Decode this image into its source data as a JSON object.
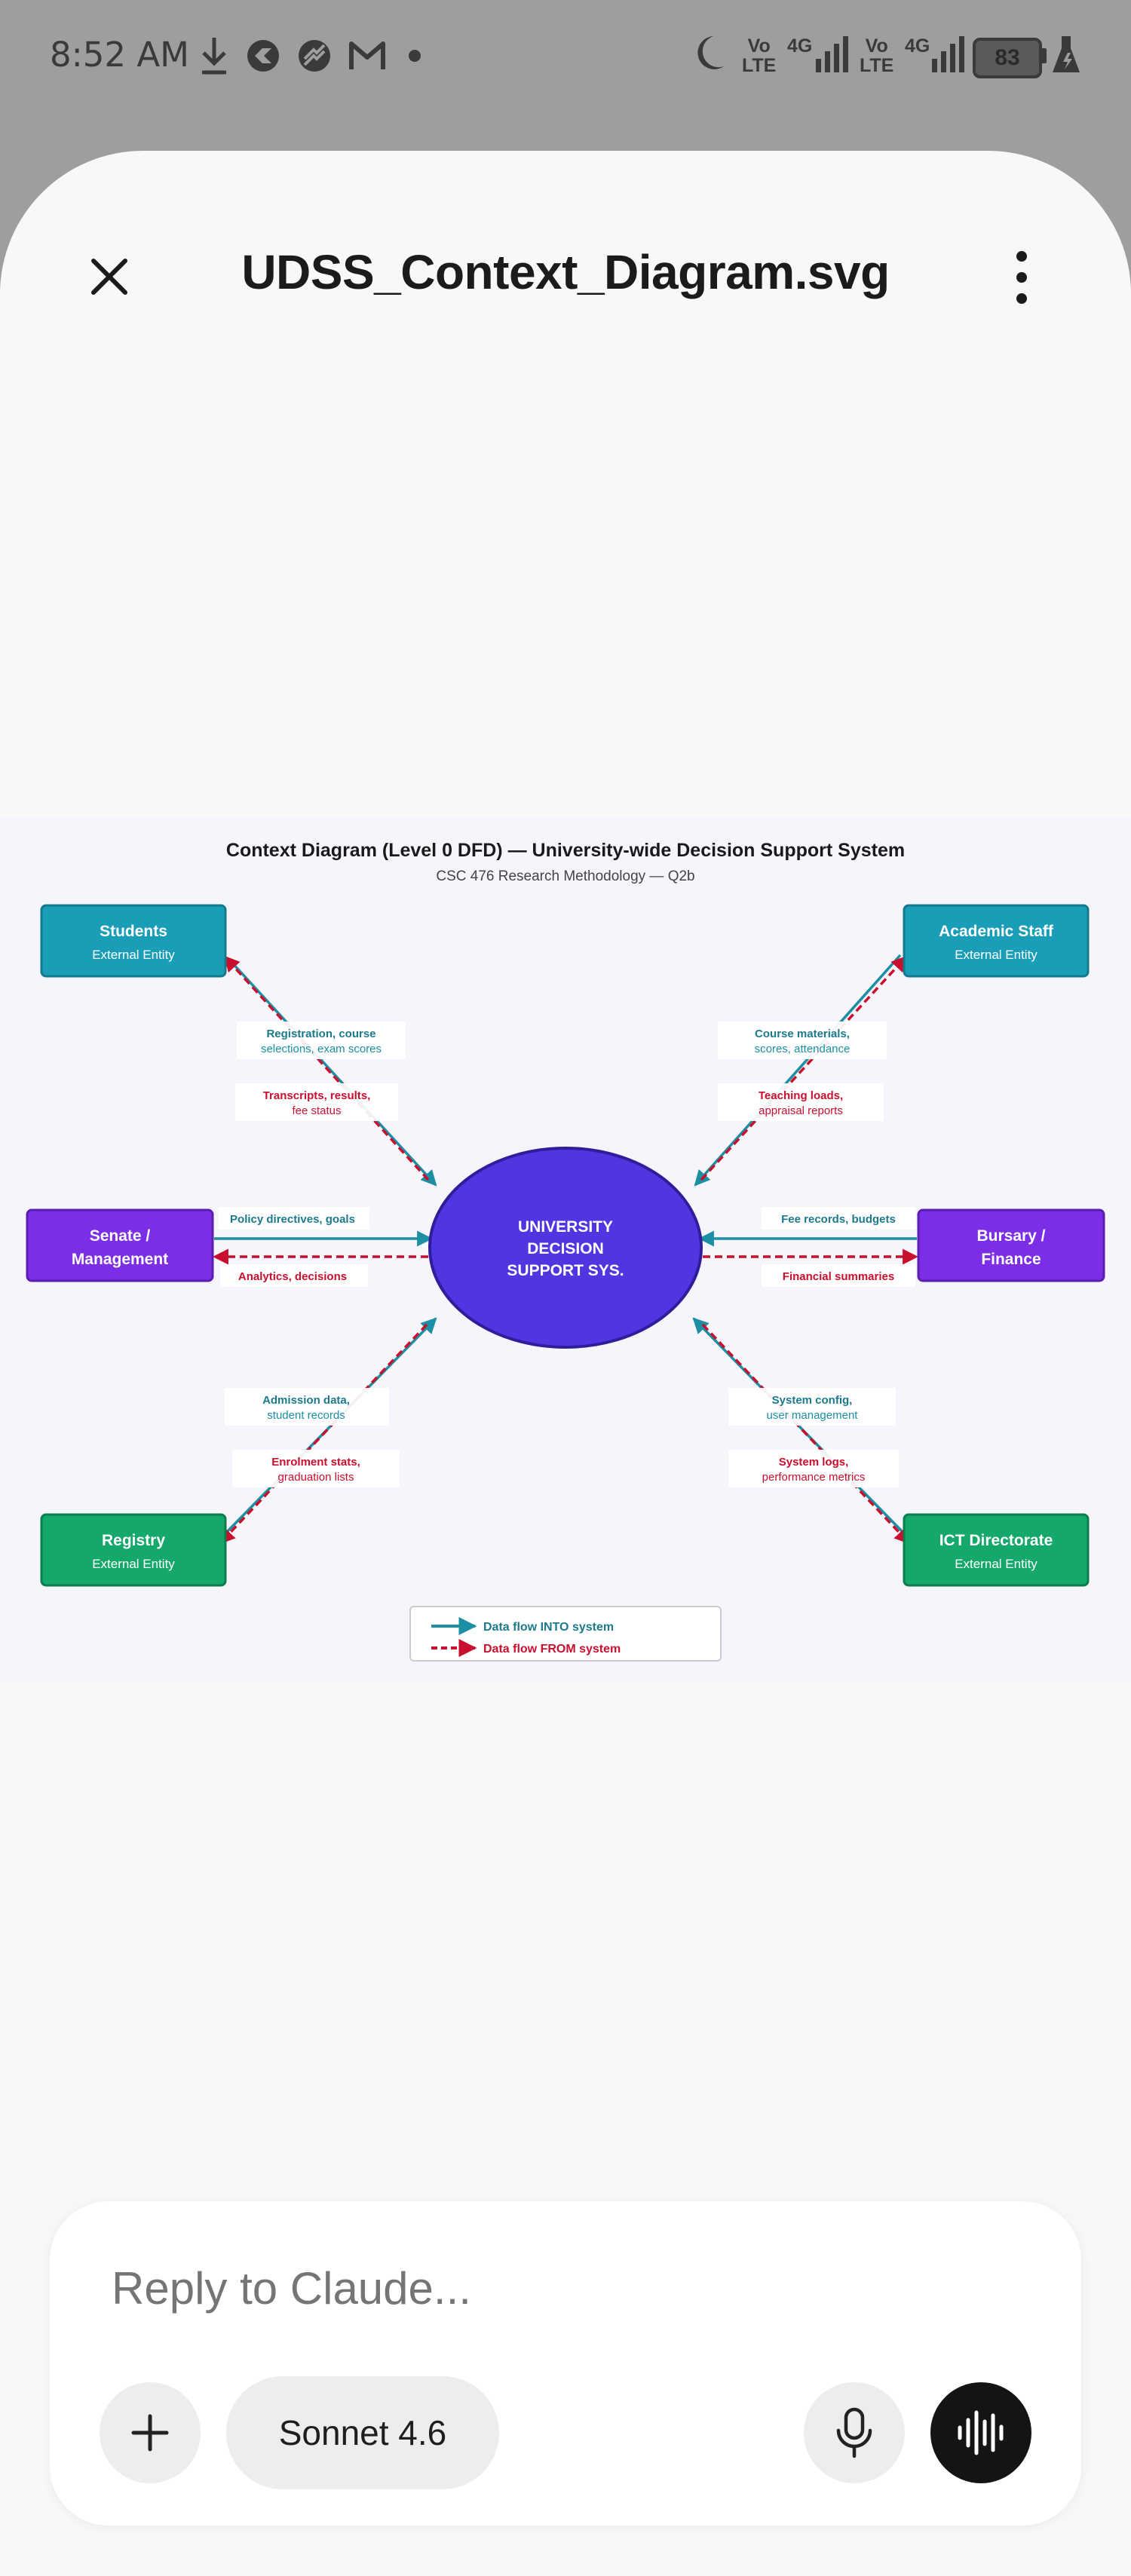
{
  "status_bar": {
    "time": "8:52 AM",
    "left_icons": [
      "download-icon",
      "app-icon",
      "app-icon",
      "gmail-icon",
      "dot-icon"
    ],
    "right_icons": [
      "moon-icon",
      "volte-icon",
      "signal-icon",
      "volte-icon",
      "signal-icon",
      "battery-icon",
      "flask-icon"
    ],
    "volte_top": "Vo",
    "volte_bottom": "LTE",
    "network": "4G",
    "battery": "83"
  },
  "header": {
    "title": "UDSS_Context_Diagram.svg",
    "close_icon": "close-icon",
    "menu_icon": "more-vertical-icon"
  },
  "diagram": {
    "title": "Context Diagram (Level 0 DFD) — University-wide Decision Support System",
    "subtitle": "CSC 476 Research Methodology — Q2b",
    "center": [
      "UNIVERSITY",
      "DECISION",
      "SUPPORT SYS."
    ],
    "entities": {
      "students": {
        "name": "Students",
        "sub": "External Entity",
        "color": "#1a9eb8"
      },
      "academic": {
        "name": "Academic Staff",
        "sub": "External Entity",
        "color": "#1a9eb8"
      },
      "senate": {
        "name1": "Senate /",
        "name2": "Management",
        "color": "#7b2ee6"
      },
      "bursary": {
        "name1": "Bursary /",
        "name2": "Finance",
        "color": "#7b2ee6"
      },
      "registry": {
        "name": "Registry",
        "sub": "External Entity",
        "color": "#14a86a"
      },
      "ict": {
        "name": "ICT Directorate",
        "sub": "External Entity",
        "color": "#14a86a"
      }
    },
    "flows": {
      "students_in": [
        "Registration, course",
        "selections, exam scores"
      ],
      "students_out": [
        "Transcripts, results,",
        "fee status"
      ],
      "academic_in": [
        "Course materials,",
        "scores, attendance"
      ],
      "academic_out": [
        "Teaching loads,",
        "appraisal reports"
      ],
      "senate_in": "Policy directives, goals",
      "senate_out": "Analytics, decisions",
      "bursary_in": "Fee records, budgets",
      "bursary_out": "Financial summaries",
      "registry_in": [
        "Admission data,",
        "student records"
      ],
      "registry_out": [
        "Enrolment stats,",
        "graduation lists"
      ],
      "ict_in": [
        "System config,",
        "user management"
      ],
      "ict_out": [
        "System logs,",
        "performance metrics"
      ]
    },
    "legend": {
      "in": "Data flow INTO system",
      "out": "Data flow FROM system"
    },
    "colors": {
      "center": "#5035e0",
      "flow_in": "#1c8fa3",
      "flow_out": "#c8102e"
    }
  },
  "composer": {
    "placeholder": "Reply to Claude...",
    "model": "Sonnet 4.6",
    "plus_icon": "plus-icon",
    "mic_icon": "microphone-icon",
    "voice_icon": "voice-waveform-icon"
  }
}
